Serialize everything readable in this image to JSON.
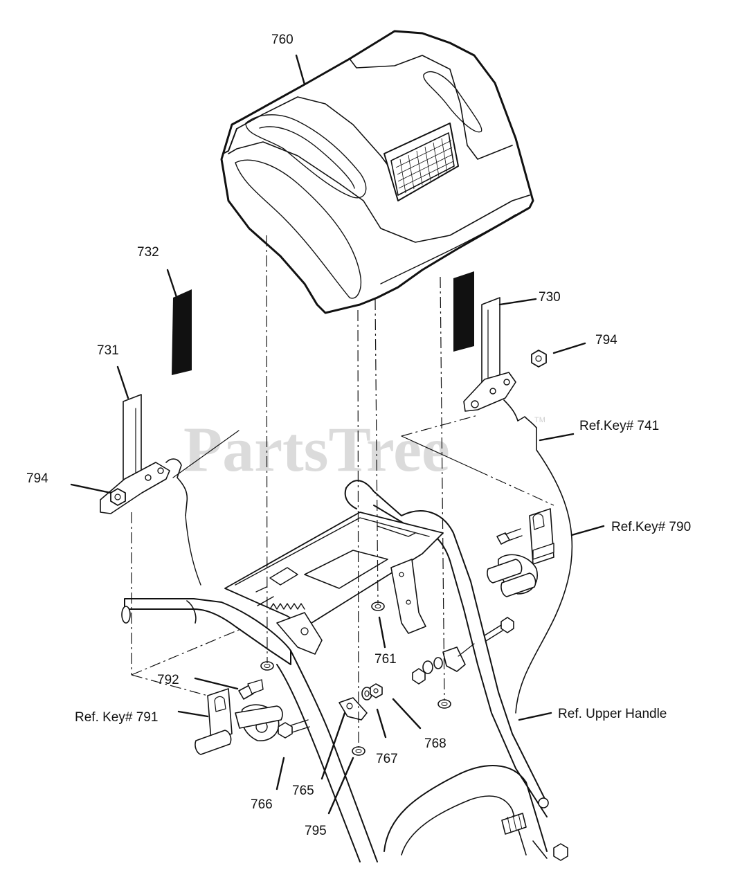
{
  "watermark": {
    "text": "PartsTree",
    "trademark": "TM"
  },
  "callouts": {
    "c760": "760",
    "c732": "732",
    "c730": "730",
    "c731": "731",
    "c794_right": "794",
    "c794_left": "794",
    "ref741": "Ref.Key# 741",
    "ref790": "Ref.Key# 790",
    "c761": "761",
    "c792": "792",
    "ref791": "Ref. Key# 791",
    "c768": "768",
    "c767": "767",
    "c765": "765",
    "c766": "766",
    "c795": "795",
    "ref_upper_handle": "Ref. Upper Handle"
  }
}
